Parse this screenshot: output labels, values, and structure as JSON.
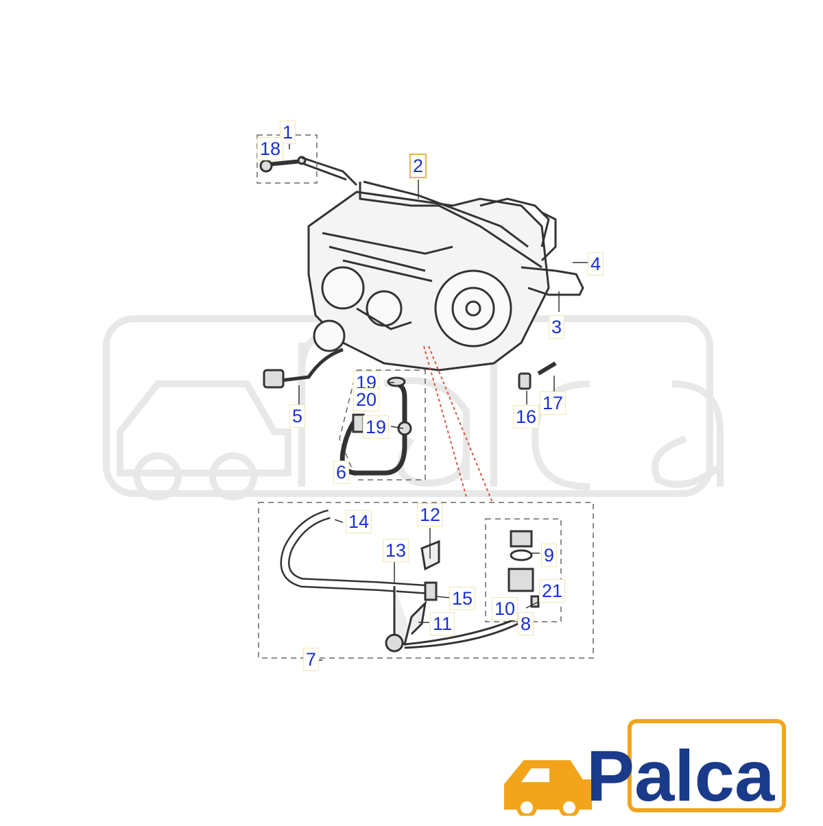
{
  "diagram": {
    "callouts": [
      "1",
      "2",
      "3",
      "4",
      "5",
      "6",
      "7",
      "8",
      "9",
      "10",
      "11",
      "12",
      "13",
      "14",
      "15",
      "16",
      "17",
      "18",
      "19",
      "19",
      "20",
      "21"
    ],
    "highlighted": "2"
  },
  "watermark": {
    "text": "palca",
    "color": "#eeeeee"
  },
  "logo": {
    "text": "Palca",
    "text_color": "#1a3a8a",
    "accent_color": "#f2a51b",
    "icon": "car-icon"
  },
  "colors": {
    "callout": "#1a2fd0",
    "line": "#333333",
    "dashed_red": "#d9533a"
  }
}
